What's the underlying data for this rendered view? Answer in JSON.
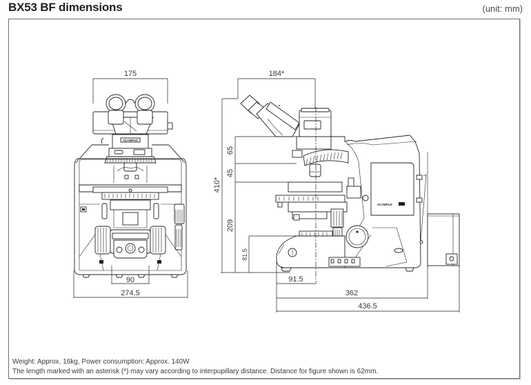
{
  "header": {
    "title": "BX53 BF dimensions",
    "unit_label": "(unit: mm)"
  },
  "front_view": {
    "dimensions": {
      "eyepiece_width": "175",
      "base_foot_width": "90",
      "overall_width": "274.5"
    },
    "brand_label": "OLYMPUS"
  },
  "side_view": {
    "dimensions": {
      "eyepiece_depth": "184*",
      "overall_height": "410*",
      "upper_height": "65",
      "mid_height": "45",
      "stage_height": "209",
      "base_height": "81.5",
      "front_to_optical_axis": "91.5",
      "body_depth": "362",
      "overall_depth": "436.5"
    },
    "brand_label": "OLYMPUS"
  },
  "footnotes": {
    "specs": "Weight: Approx. 16kg, Power consumption: Approx. 140W",
    "asterisk_note": "The length marked with an asterisk (*) may vary according to interpupillary distance.  Distance for figure shown is 62mm."
  }
}
